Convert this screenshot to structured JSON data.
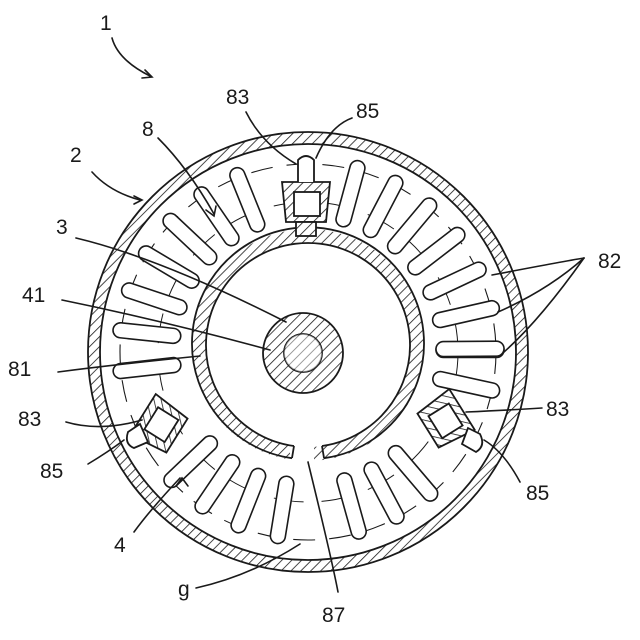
{
  "labels": {
    "assembly": "1",
    "housing": "2",
    "shaft": "3",
    "shaft_core": "41",
    "hub_body": "4",
    "channel": "8",
    "plate": "81",
    "fins": "82",
    "block_top": "83",
    "block_left": "83",
    "block_right": "83",
    "insert_top": "85",
    "insert_left": "85",
    "insert_right": "85",
    "gap_lower": "87",
    "gap_g": "g"
  },
  "colors": {
    "line": "#1a1a1a",
    "background": "#ffffff"
  }
}
